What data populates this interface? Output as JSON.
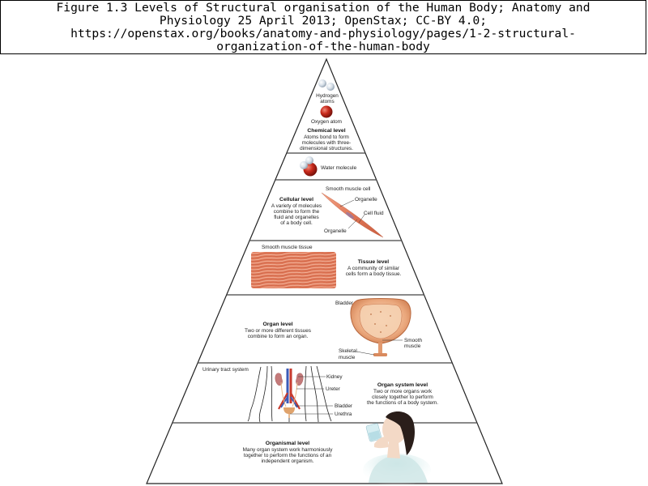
{
  "caption": {
    "lines": [
      "Figure 1.3 Levels of Structural organisation of the Human Body; Anatomy and",
      "Physiology 25 April 2013; OpenStax; CC-BY 4.0;",
      "https://openstax.org/books/anatomy-and-physiology/pages/1-2-structural-",
      "organization-of-the-human-body"
    ]
  },
  "levels": {
    "chemical": {
      "labels": {
        "hydrogen": [
          "Hydrogen",
          "atoms"
        ],
        "oxygen": "Oxygen atom"
      },
      "title": "Chemical level",
      "desc": [
        "Atoms bond to form",
        "molecules with three-",
        "dimensional structures."
      ]
    },
    "molecule": {
      "label": "Water molecule"
    },
    "cellular": {
      "title": "Cellular level",
      "desc": [
        "A variety of molecules",
        "combine to form the",
        "fluid and organelles",
        "of a body cell."
      ],
      "labels": {
        "cell": "Smooth muscle cell",
        "organelle_top": "Organelle",
        "cell_fluid": "Cell fluid",
        "organelle_bottom": "Organelle"
      }
    },
    "tissue": {
      "label": "Smooth muscle tissue",
      "title": "Tissue level",
      "desc": [
        "A community of similar",
        "cells form a body tissue."
      ]
    },
    "organ": {
      "title": "Organ level",
      "desc": [
        "Two or more different tissues",
        "combine to form an organ."
      ],
      "labels": {
        "bladder": "Bladder",
        "smooth": [
          "Smooth",
          "muscle"
        ],
        "skeletal": [
          "Skeletal",
          "muscle"
        ]
      }
    },
    "organ_system": {
      "label": "Urinary tract system",
      "title": "Organ system level",
      "desc": [
        "Two or more organs work",
        "closely together to perform",
        "the functions of a body system."
      ],
      "labels": {
        "kidney": "Kidney",
        "ureter": "Ureter",
        "bladder": "Bladder",
        "urethra": "Urethra"
      }
    },
    "organismal": {
      "title": "Organismal level",
      "desc": [
        "Many organ system work harmoniously",
        "together to perform the functions of an",
        "independent organism."
      ]
    }
  },
  "colors": {
    "oxygen": "#c0281c",
    "hydrogen": "#d7e0ea",
    "muscle": "#e2825e",
    "organ": "#e6a376",
    "skin": "#f3d9c6",
    "shirt": "#cfe6e6",
    "hair": "#2a1e1a"
  }
}
